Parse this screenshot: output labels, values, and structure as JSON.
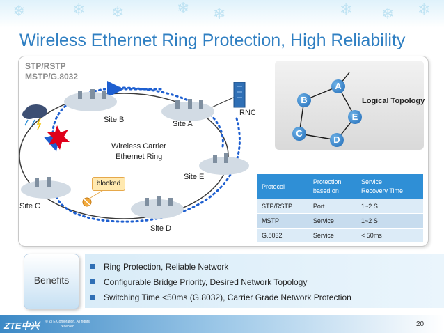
{
  "title": "Wireless Ethernet Ring Protection, High Reliability",
  "protocols_label": [
    "STP/RSTP",
    "MSTP/G.8032"
  ],
  "ring": {
    "label_line1": "Wireless Carrier",
    "label_line2": "Ethernet Ring",
    "sites": {
      "a": "Site A",
      "b": "Site B",
      "c": "Site C",
      "d": "Site D",
      "e": "Site E"
    },
    "rnc": "RNC",
    "blocked": "blocked"
  },
  "topology": {
    "title": "Logical Topology",
    "nodes": [
      "A",
      "B",
      "C",
      "D",
      "E"
    ]
  },
  "table": {
    "headers": [
      "Protocol",
      "Protection based on",
      "Service Recovery Time"
    ],
    "header_lines": [
      [
        "Protocol"
      ],
      [
        "Protection",
        "based on"
      ],
      [
        "Service",
        "Recovery Time"
      ]
    ],
    "rows": [
      [
        "STP/RSTP",
        "Port",
        "1~2 S"
      ],
      [
        "MSTP",
        "Service",
        "1~2 S"
      ],
      [
        "G.8032",
        "Service",
        "< 50ms"
      ]
    ]
  },
  "benefits": {
    "label": "Benefits",
    "items": [
      "Ring Protection, Reliable Network",
      "Configurable Bridge Priority, Desired Network Topology",
      "Switching  Time <50ms (G.8032), Carrier Grade Network Protection"
    ]
  },
  "footer": {
    "logo": "ZTE中兴",
    "copyright": "© ZTE Corporation. All rights reserved",
    "page_number": "20"
  },
  "colors": {
    "title": "#2f7fc2",
    "accent": "#2f8fd6",
    "ring_arrow": "#1e5fd0",
    "fault": "#e0001b"
  }
}
